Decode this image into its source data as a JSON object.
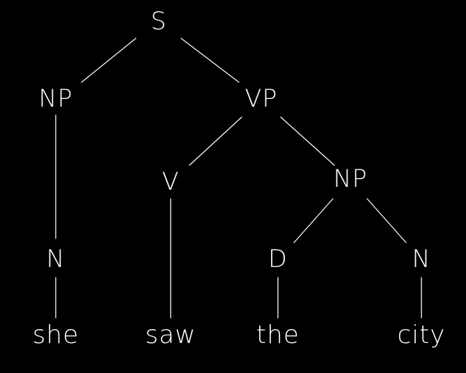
{
  "tree": {
    "nodes": [
      {
        "id": "S",
        "label": "S"
      },
      {
        "id": "NP1",
        "label": "NP"
      },
      {
        "id": "VP",
        "label": "VP"
      },
      {
        "id": "V",
        "label": "V"
      },
      {
        "id": "NP2",
        "label": "NP"
      },
      {
        "id": "N1",
        "label": "N"
      },
      {
        "id": "D",
        "label": "D"
      },
      {
        "id": "N2",
        "label": "N"
      },
      {
        "id": "she",
        "label": "she"
      },
      {
        "id": "saw",
        "label": "saw"
      },
      {
        "id": "the",
        "label": "the"
      },
      {
        "id": "city",
        "label": "city"
      }
    ],
    "edges": [
      [
        "S",
        "NP1"
      ],
      [
        "S",
        "VP"
      ],
      [
        "NP1",
        "N1"
      ],
      [
        "N1",
        "she"
      ],
      [
        "VP",
        "V"
      ],
      [
        "VP",
        "NP2"
      ],
      [
        "V",
        "saw"
      ],
      [
        "NP2",
        "D"
      ],
      [
        "NP2",
        "N2"
      ],
      [
        "D",
        "the"
      ],
      [
        "N2",
        "city"
      ]
    ]
  },
  "colors": {
    "background": "#000000",
    "foreground": "#ffffff"
  }
}
